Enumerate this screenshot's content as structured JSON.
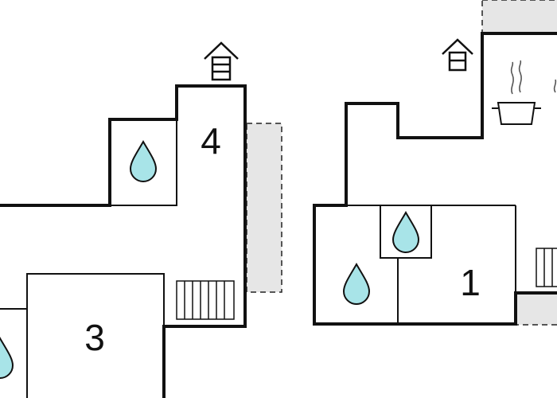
{
  "rooms": [
    {
      "id": "room-1",
      "number": "1"
    },
    {
      "id": "room-3",
      "number": "3"
    },
    {
      "id": "room-4",
      "number": "4"
    }
  ],
  "icons": {
    "water": "water-drop-icon",
    "heater": "radiator-icon",
    "entrance": "house-entrance-icon",
    "kitchen": "cooking-pot-icon"
  },
  "colors": {
    "wall": "#111111",
    "water_fill": "#a8e4e8",
    "terrace_fill": "#e6e6e6"
  }
}
